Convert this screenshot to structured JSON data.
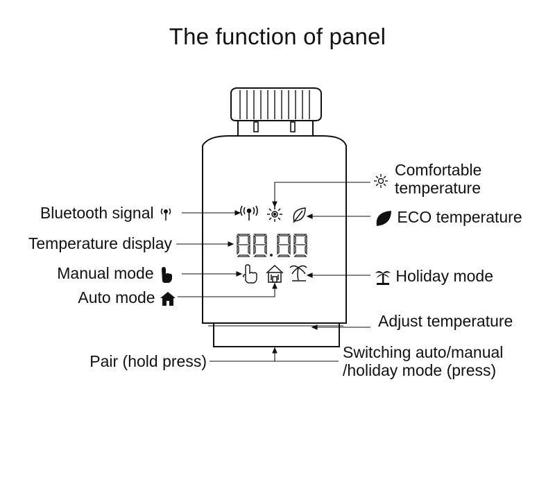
{
  "title": "The function of panel",
  "display_digits": "88.88",
  "labels": {
    "comfortable_line1": "Comfortable",
    "comfortable_line2": "temperature",
    "bluetooth": "Bluetooth signal",
    "eco": "ECO temperature",
    "temperature_display": "Temperature display",
    "manual": "Manual mode",
    "holiday": "Holiday mode",
    "auto": "Auto mode",
    "adjust": "Adjust temperature",
    "pair": "Pair (hold press)",
    "switching_line1": "Switching auto/manual",
    "switching_line2": "/holiday mode (press)"
  },
  "icons": {
    "bluetooth": "bluetooth-signal-icon",
    "comfort": "sun-icon",
    "eco": "leaf-icon",
    "manual": "hand-pointer-icon",
    "auto": "house-icon",
    "holiday": "palm-tree-icon"
  },
  "colors": {
    "ink": "#111111",
    "background": "#ffffff"
  }
}
